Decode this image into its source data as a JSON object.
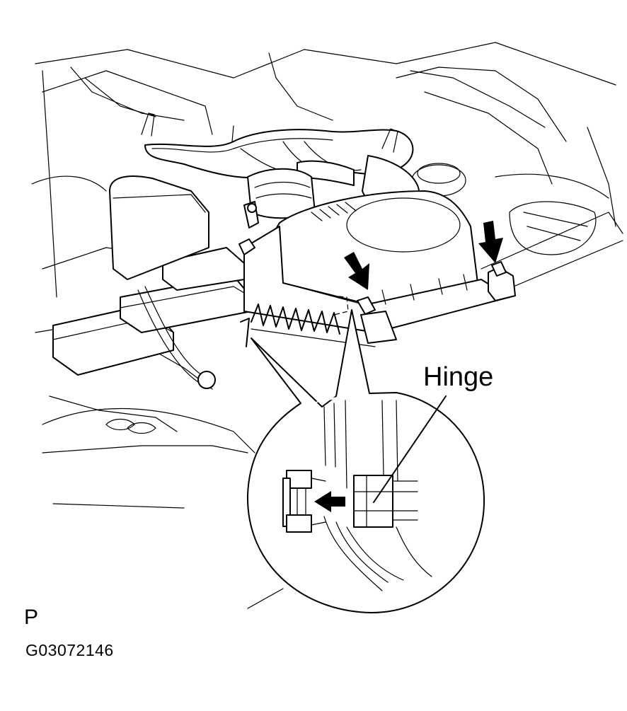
{
  "labels": {
    "hinge": "Hinge",
    "view_code": "P",
    "figure_number": "G03072146"
  }
}
